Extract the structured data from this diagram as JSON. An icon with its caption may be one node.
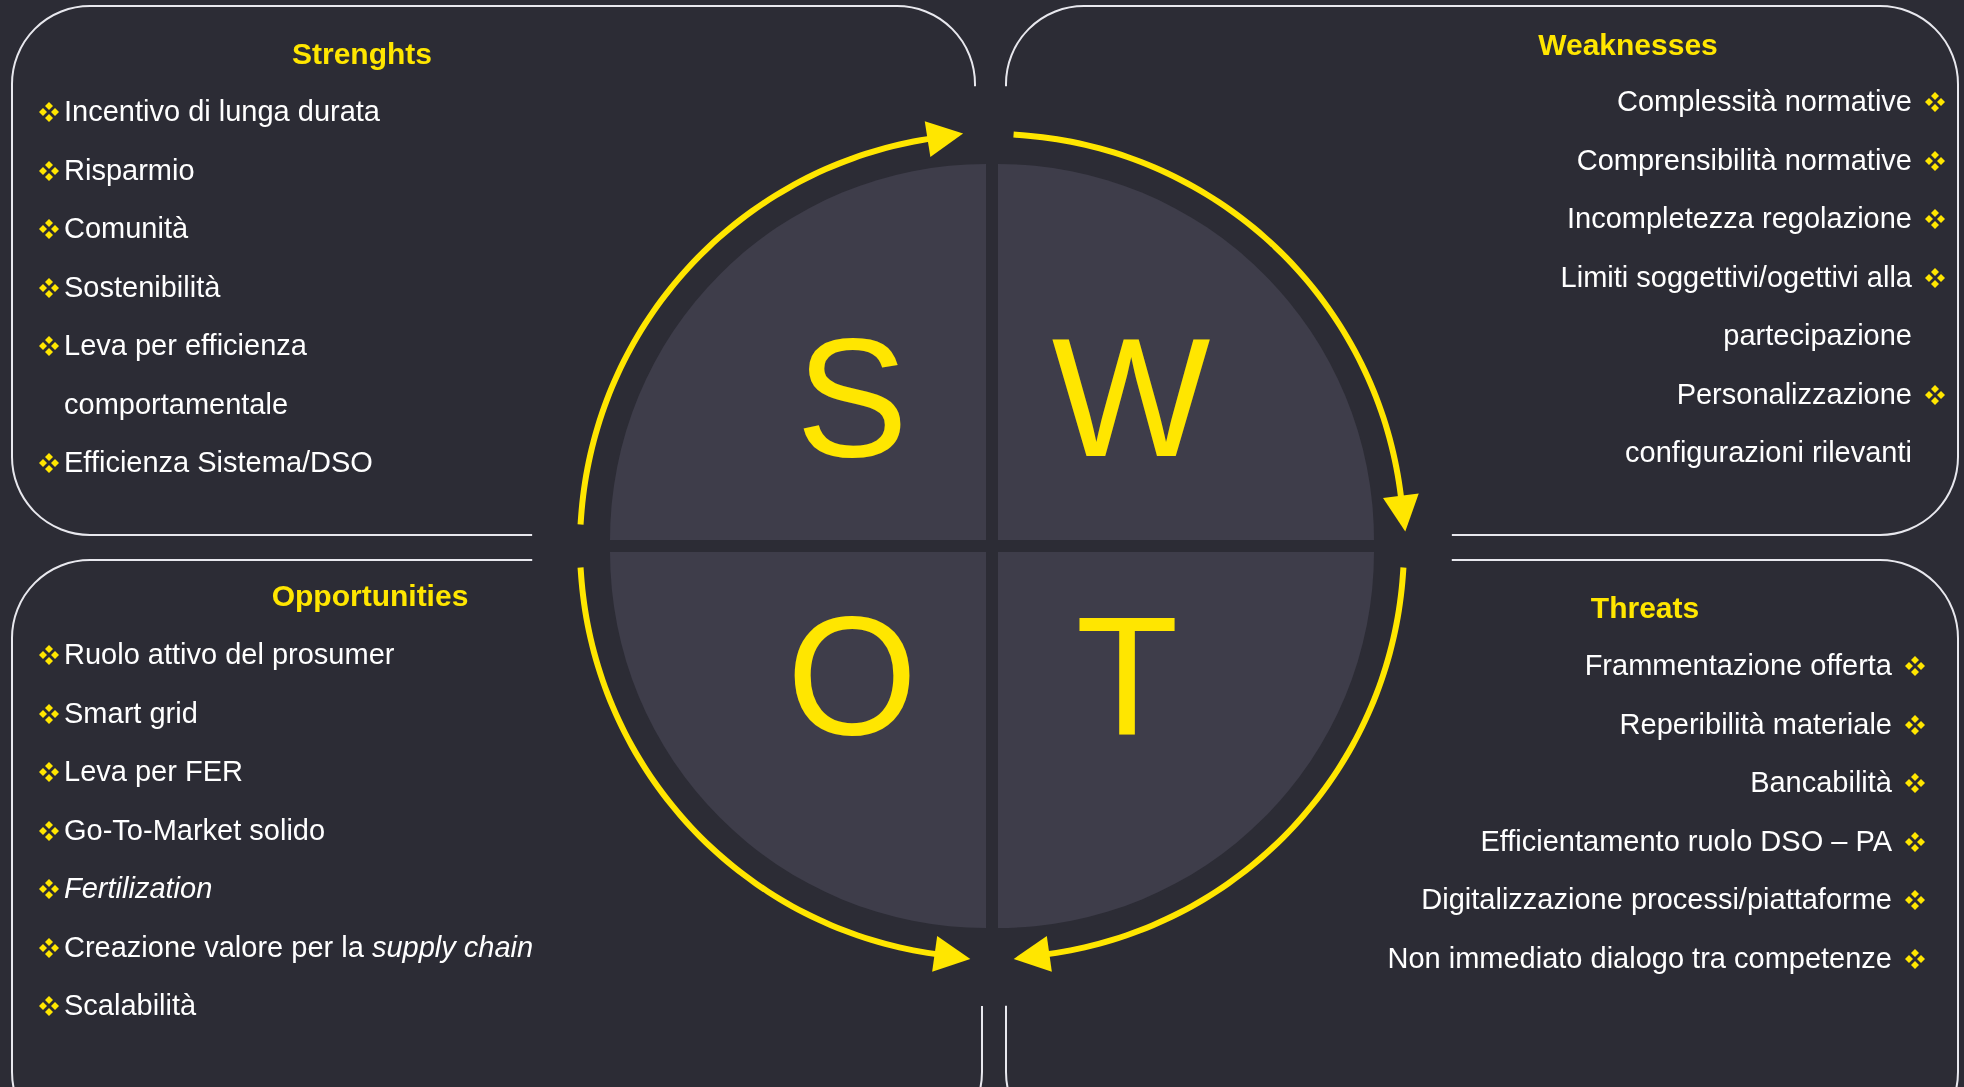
{
  "diagram": {
    "nodes": [
      {
        "text": [
          "Strenghts",
          "Incentivo di lunga durata",
          "Risparmio",
          "Comunità",
          "Sostenibilità",
          "Leva per efficienza comportamentale",
          "Efficienza Sistema/DSO"
        ]
      },
      {
        "text": [
          "Weaknesses",
          "Complessità normative",
          "Comprensibilità normative",
          "Incompletezza regolazione",
          "Limiti soggettivi/ogettivi alla partecipazione",
          "Personalizzazione configurazioni rilevanti"
        ]
      },
      {
        "text": [
          "Opportunities",
          "Ruolo attivo del prosumer",
          "Smart grid",
          "Leva per FER",
          "Go-To-Market solido",
          "*Fertilization*",
          "Creazione valore per la *supply chain*",
          "Scalabilità"
        ]
      },
      {
        "text": [
          "Threats",
          "Frammentazione offerta",
          "Reperibilità materiale",
          "Bancabilità",
          "Efficientamento ruolo DSO – PA",
          "Digitalizzazione processi/piattaforme",
          "Non immediato dialogo tra competenze"
        ]
      },
      {
        "text": [
          "S"
        ]
      },
      {
        "text": [
          "W"
        ]
      },
      {
        "text": [
          "O"
        ]
      },
      {
        "text": [
          "T"
        ]
      }
    ]
  }
}
